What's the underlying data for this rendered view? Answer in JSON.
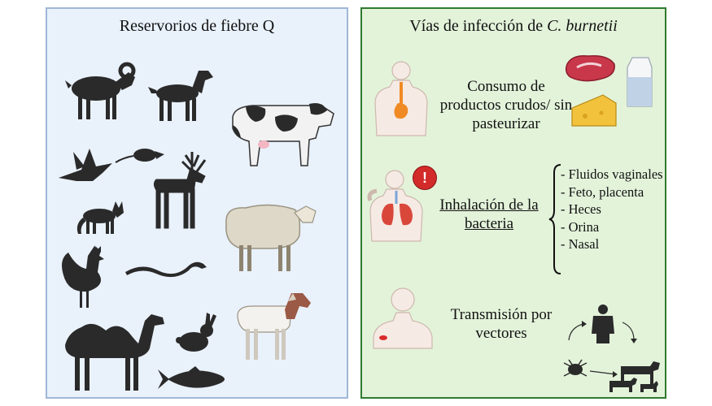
{
  "left_panel": {
    "title": "Reservorios de fiebre Q",
    "animals": [
      "goat-icon",
      "dog-icon",
      "bird-icon",
      "rat-icon",
      "deer-icon",
      "cat-icon",
      "hen-icon",
      "snake-icon",
      "camel-icon",
      "rabbit-icon",
      "fish-icon",
      "cow-icon",
      "sheep-icon",
      "boer-goat-icon"
    ]
  },
  "right_panel": {
    "title_prefix": "Vías de infección de ",
    "title_italic": "C. burnetii",
    "routes": [
      {
        "text": "Consumo de productos crudos/ sin pasteurizar"
      },
      {
        "text": "Inhalación de la bacteria",
        "warning": "!",
        "sources": [
          "- Fluidos vaginales",
          "- Feto, placenta",
          "- Heces",
          "- Orina",
          "- Nasal"
        ]
      },
      {
        "text": "Transmisión por vectores"
      }
    ]
  },
  "colors": {
    "left_bg": "#e9f1fb",
    "left_border": "#9fb7d8",
    "right_bg": "#e3f3da",
    "right_border": "#2f7a2f",
    "silhouette": "#2a2a2a",
    "warning": "#d32a2a"
  }
}
